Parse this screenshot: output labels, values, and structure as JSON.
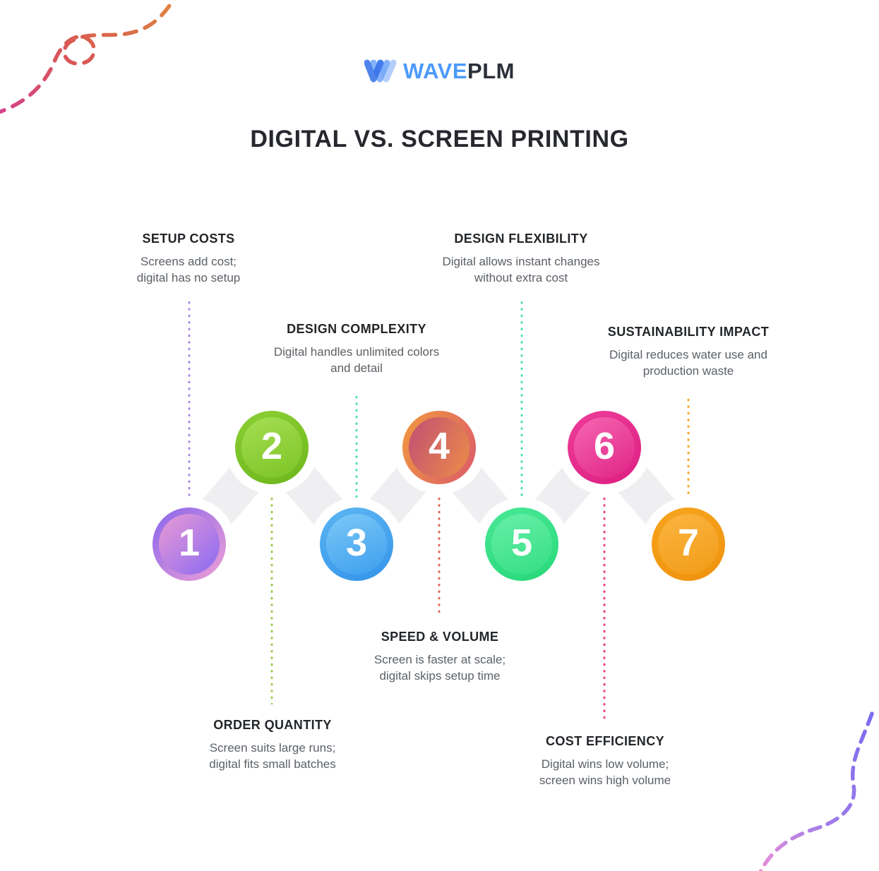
{
  "brand": {
    "name_primary": "WAVE",
    "name_secondary": "PLM",
    "primary_color": "#4D9AFB",
    "secondary_color": "#2B2F39",
    "logo_icon": "w-wave-icon"
  },
  "title": "DIGITAL VS. SCREEN PRINTING",
  "connector_band_color": "#EFEFF1",
  "steps": [
    {
      "num": "1",
      "heading": "SETUP COSTS",
      "body": "Screens add cost;\ndigital has no setup",
      "callout_position": "above",
      "colors": {
        "outer_from": "#8766EE",
        "outer_to": "#F0A0D4",
        "inner_from": "#EA9BD4",
        "inner_to": "#8A69F2",
        "dots": "#AC8BE0"
      }
    },
    {
      "num": "2",
      "heading": "ORDER QUANTITY",
      "body": "Screen suits large runs;\ndigital fits small batches",
      "callout_position": "below",
      "colors": {
        "outer_from": "#8BCF33",
        "outer_to": "#6DB71D",
        "inner_from": "#A5DE53",
        "inner_to": "#7CC425",
        "dots": "#9CCB52"
      }
    },
    {
      "num": "3",
      "heading": "DESIGN COMPLEXITY",
      "body": "Digital handles unlimited colors\nand detail",
      "callout_position": "above",
      "colors": {
        "outer_from": "#5CB6F3",
        "outer_to": "#3493E9",
        "inner_from": "#7CC9F7",
        "inner_to": "#3D9EEE",
        "dots": "#4FE0B5"
      }
    },
    {
      "num": "4",
      "heading": "SPEED & VOLUME",
      "body": "Screen is faster at scale;\ndigital skips setup time",
      "callout_position": "below",
      "colors": {
        "outer_from": "#F09A3E",
        "outer_to": "#DB5A6B",
        "inner_from": "#BF4F74",
        "inner_to": "#EC8D48",
        "dots": "#DD6A55"
      }
    },
    {
      "num": "5",
      "heading": "DESIGN FLEXIBILITY",
      "body": "Digital allows instant changes\nwithout extra cost",
      "callout_position": "above",
      "colors": {
        "outer_from": "#49E896",
        "outer_to": "#27D878",
        "inner_from": "#67EFA9",
        "inner_to": "#35DE84",
        "dots": "#4FE0B5"
      }
    },
    {
      "num": "6",
      "heading": "COST EFFICIENCY",
      "body": "Digital wins low volume;\nscreen wins high volume",
      "callout_position": "below",
      "colors": {
        "outer_from": "#EE3D9B",
        "outer_to": "#DC1F82",
        "inner_from": "#F667B1",
        "inner_to": "#E02487",
        "dots": "#E8437C"
      }
    },
    {
      "num": "7",
      "heading": "SUSTAINABILITY IMPACT",
      "body": "Digital reduces water use and\nproduction waste",
      "callout_position": "above",
      "colors": {
        "outer_from": "#F7A41E",
        "outer_to": "#EF920D",
        "inner_from": "#FBB440",
        "inner_to": "#F29C18",
        "dots": "#F5A728"
      }
    }
  ],
  "decorations": {
    "top_left_squiggle_colors": [
      "#D6408C",
      "#D85A52",
      "#E2883C"
    ],
    "bottom_right_squiggle_colors": [
      "#7C6CF0",
      "#E890D8"
    ]
  }
}
